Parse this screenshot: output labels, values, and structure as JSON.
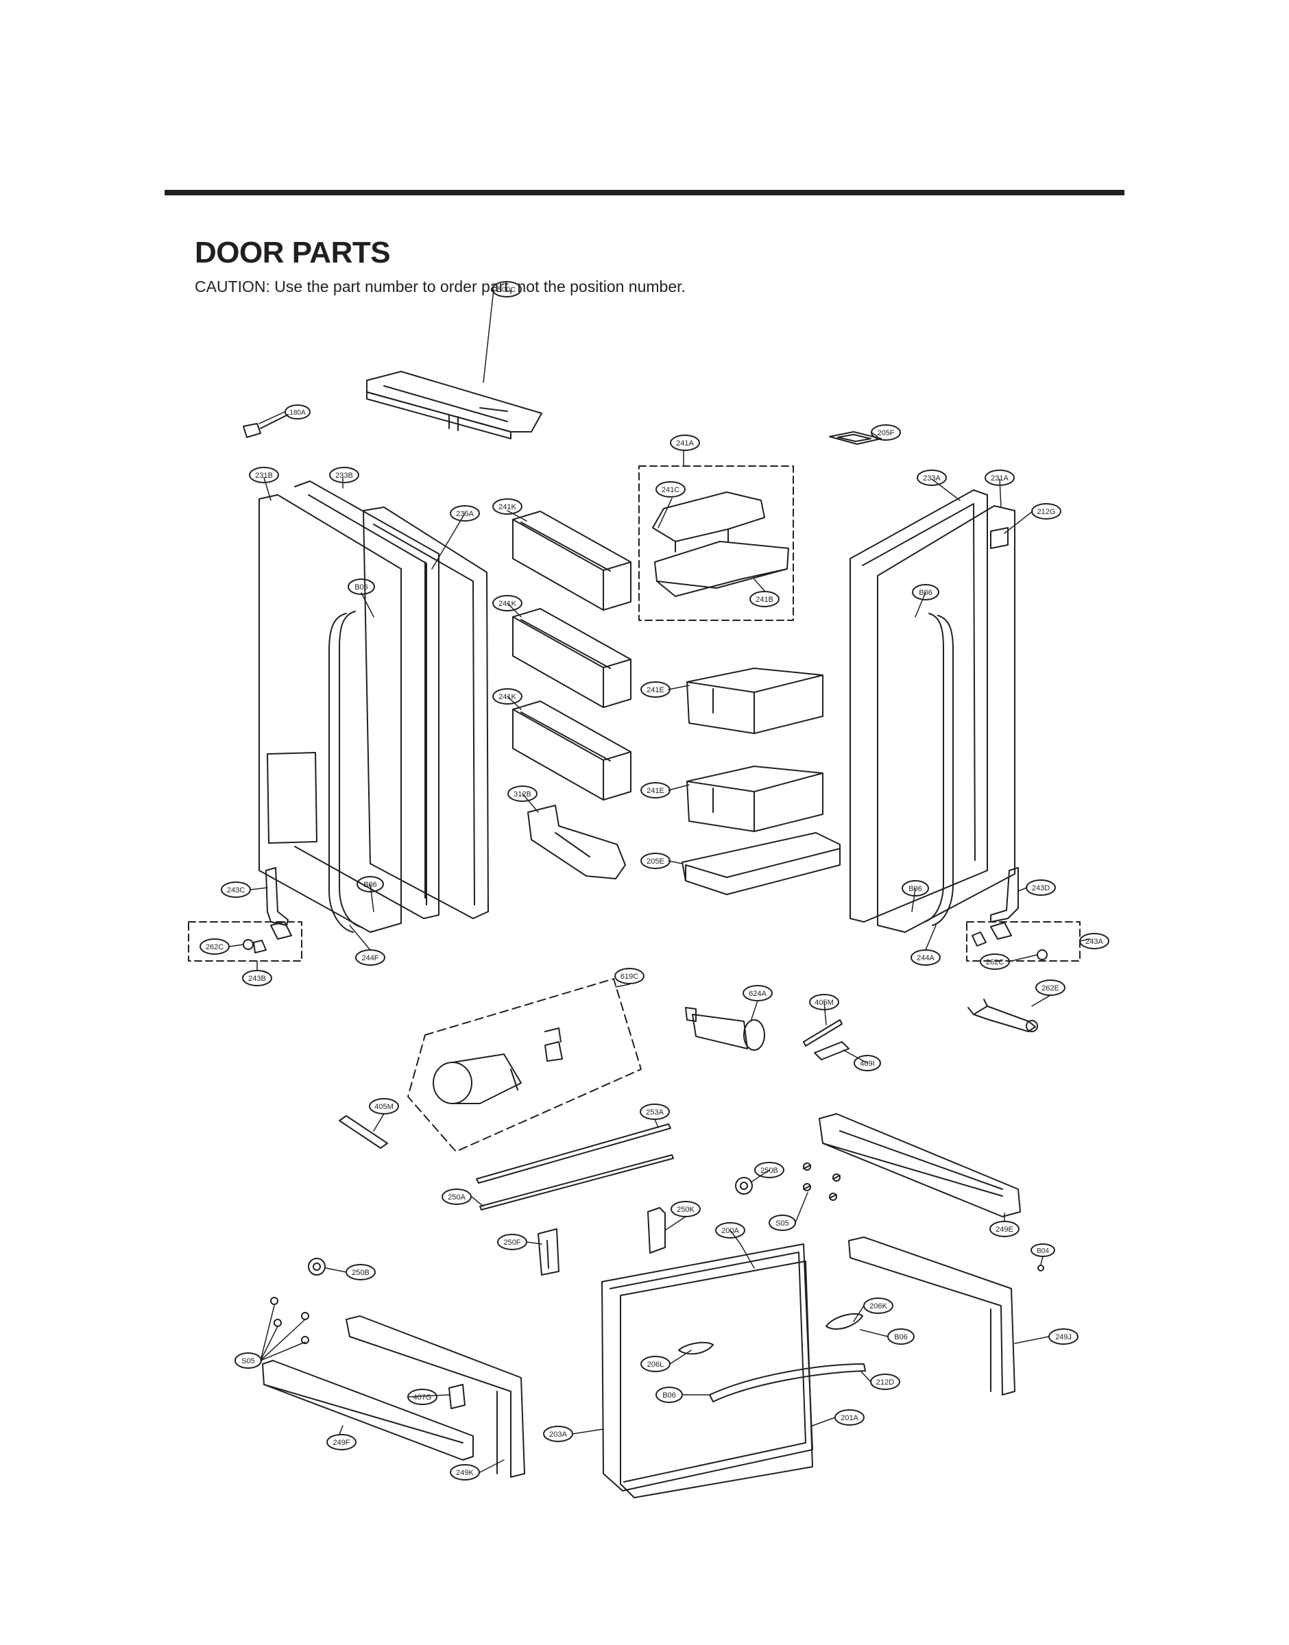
{
  "header": {
    "title": "DOOR PARTS",
    "caution": "CAUTION: Use the part number to order part, not the position number."
  },
  "callouts": [
    {
      "id": "c1",
      "label": "500C"
    },
    {
      "id": "c2",
      "label": "180A"
    },
    {
      "id": "c3",
      "label": "241A"
    },
    {
      "id": "c4",
      "label": "205F"
    },
    {
      "id": "c5",
      "label": "231B"
    },
    {
      "id": "c6",
      "label": "233B"
    },
    {
      "id": "c7",
      "label": "235A"
    },
    {
      "id": "c8",
      "label": "241K"
    },
    {
      "id": "c9",
      "label": "241C"
    },
    {
      "id": "c10",
      "label": "233A"
    },
    {
      "id": "c11",
      "label": "231A"
    },
    {
      "id": "c12",
      "label": "212G"
    },
    {
      "id": "c13",
      "label": "B06"
    },
    {
      "id": "c14",
      "label": "241B"
    },
    {
      "id": "c15",
      "label": "B06"
    },
    {
      "id": "c16",
      "label": "241K"
    },
    {
      "id": "c17",
      "label": "241E"
    },
    {
      "id": "c18",
      "label": "241K"
    },
    {
      "id": "c19",
      "label": "241E"
    },
    {
      "id": "c20",
      "label": "312B"
    },
    {
      "id": "c21",
      "label": "205E"
    },
    {
      "id": "c22",
      "label": "243C"
    },
    {
      "id": "c23",
      "label": "B06"
    },
    {
      "id": "c24",
      "label": "B06"
    },
    {
      "id": "c25",
      "label": "243D"
    },
    {
      "id": "c26",
      "label": "262C"
    },
    {
      "id": "c27",
      "label": "244F"
    },
    {
      "id": "c28",
      "label": "243B"
    },
    {
      "id": "c29",
      "label": "243A"
    },
    {
      "id": "c30",
      "label": "244A"
    },
    {
      "id": "c31",
      "label": "262C"
    },
    {
      "id": "c32",
      "label": "619C"
    },
    {
      "id": "c33",
      "label": "624A"
    },
    {
      "id": "c34",
      "label": "405M"
    },
    {
      "id": "c35",
      "label": "262E"
    },
    {
      "id": "c36",
      "label": "409I"
    },
    {
      "id": "c37",
      "label": "405M"
    },
    {
      "id": "c38",
      "label": "253A"
    },
    {
      "id": "c39",
      "label": "250B"
    },
    {
      "id": "c40",
      "label": "250A"
    },
    {
      "id": "c41",
      "label": "250K"
    },
    {
      "id": "c42",
      "label": "S05"
    },
    {
      "id": "c43",
      "label": "249E"
    },
    {
      "id": "c44",
      "label": "200A"
    },
    {
      "id": "c45",
      "label": "250F"
    },
    {
      "id": "c46",
      "label": "B04"
    },
    {
      "id": "c47",
      "label": "250B"
    },
    {
      "id": "c48",
      "label": "206K"
    },
    {
      "id": "c49",
      "label": "B06"
    },
    {
      "id": "c50",
      "label": "249J"
    },
    {
      "id": "c51",
      "label": "S05"
    },
    {
      "id": "c52",
      "label": "206L"
    },
    {
      "id": "c53",
      "label": "212D"
    },
    {
      "id": "c54",
      "label": "B06"
    },
    {
      "id": "c55",
      "label": "407G"
    },
    {
      "id": "c56",
      "label": "201A"
    },
    {
      "id": "c57",
      "label": "203A"
    },
    {
      "id": "c58",
      "label": "249F"
    },
    {
      "id": "c59",
      "label": "249K"
    }
  ]
}
